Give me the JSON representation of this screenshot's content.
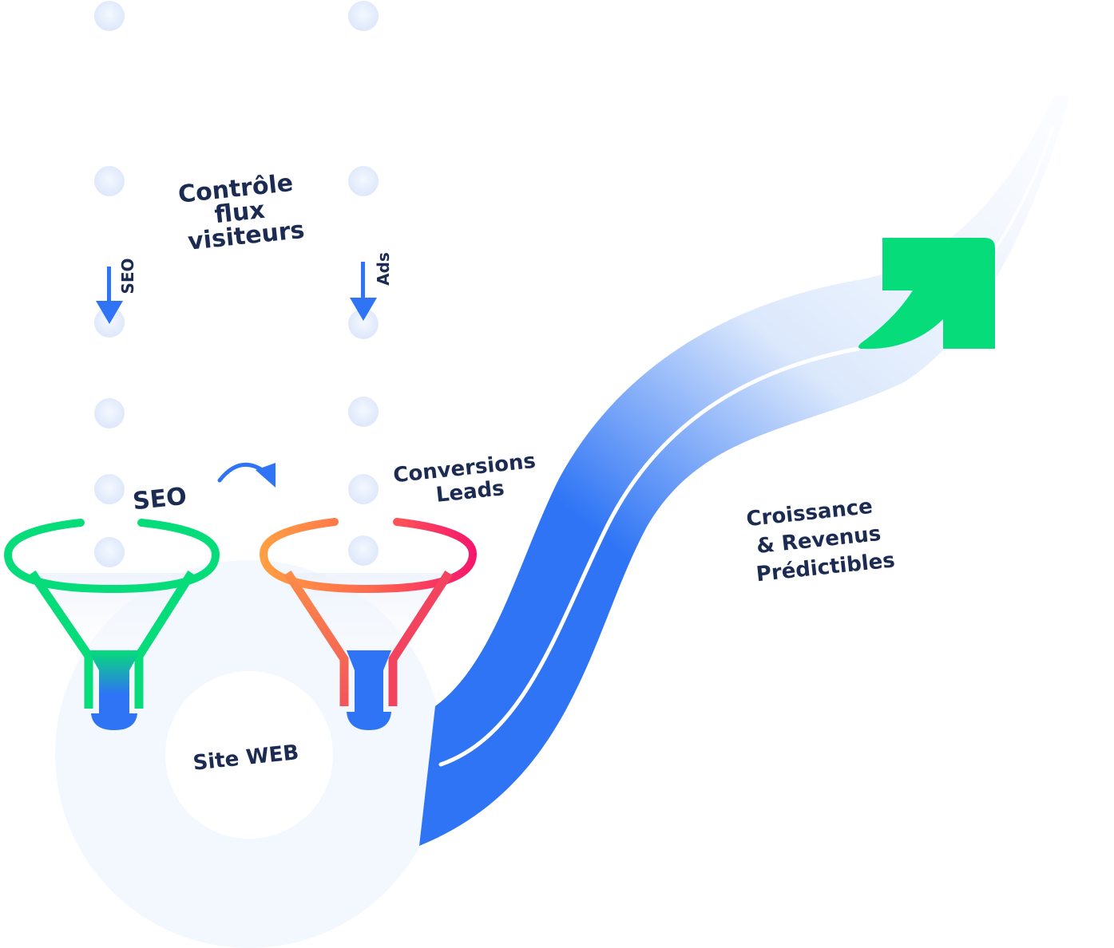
{
  "labels": {
    "controle_line1": "Contrôle",
    "controle_line2": "flux",
    "controle_line3": "visiteurs",
    "seo_arrow": "SEO",
    "ads_arrow": "Ads",
    "seo_funnel": "SEO",
    "conversions_line1": "Conversions",
    "conversions_line2": "Leads",
    "site_web": "Site WEB",
    "croissance_line1": "Croissance",
    "croissance_line2": "& Revenus",
    "croissance_line3": "Prédictibles"
  },
  "colors": {
    "dot": "#e3ecfb",
    "blue": "#2e74f5",
    "green": "#06dc7a",
    "orange": "#ffa042",
    "pink": "#f5166e",
    "ring": "#f3f8fe",
    "text": "#1b2b52"
  },
  "icons": {
    "down_arrow": "arrow-down-icon",
    "curved_arrow": "curved-arrow-icon",
    "growth_arrow": "arrow-up-right-icon"
  }
}
